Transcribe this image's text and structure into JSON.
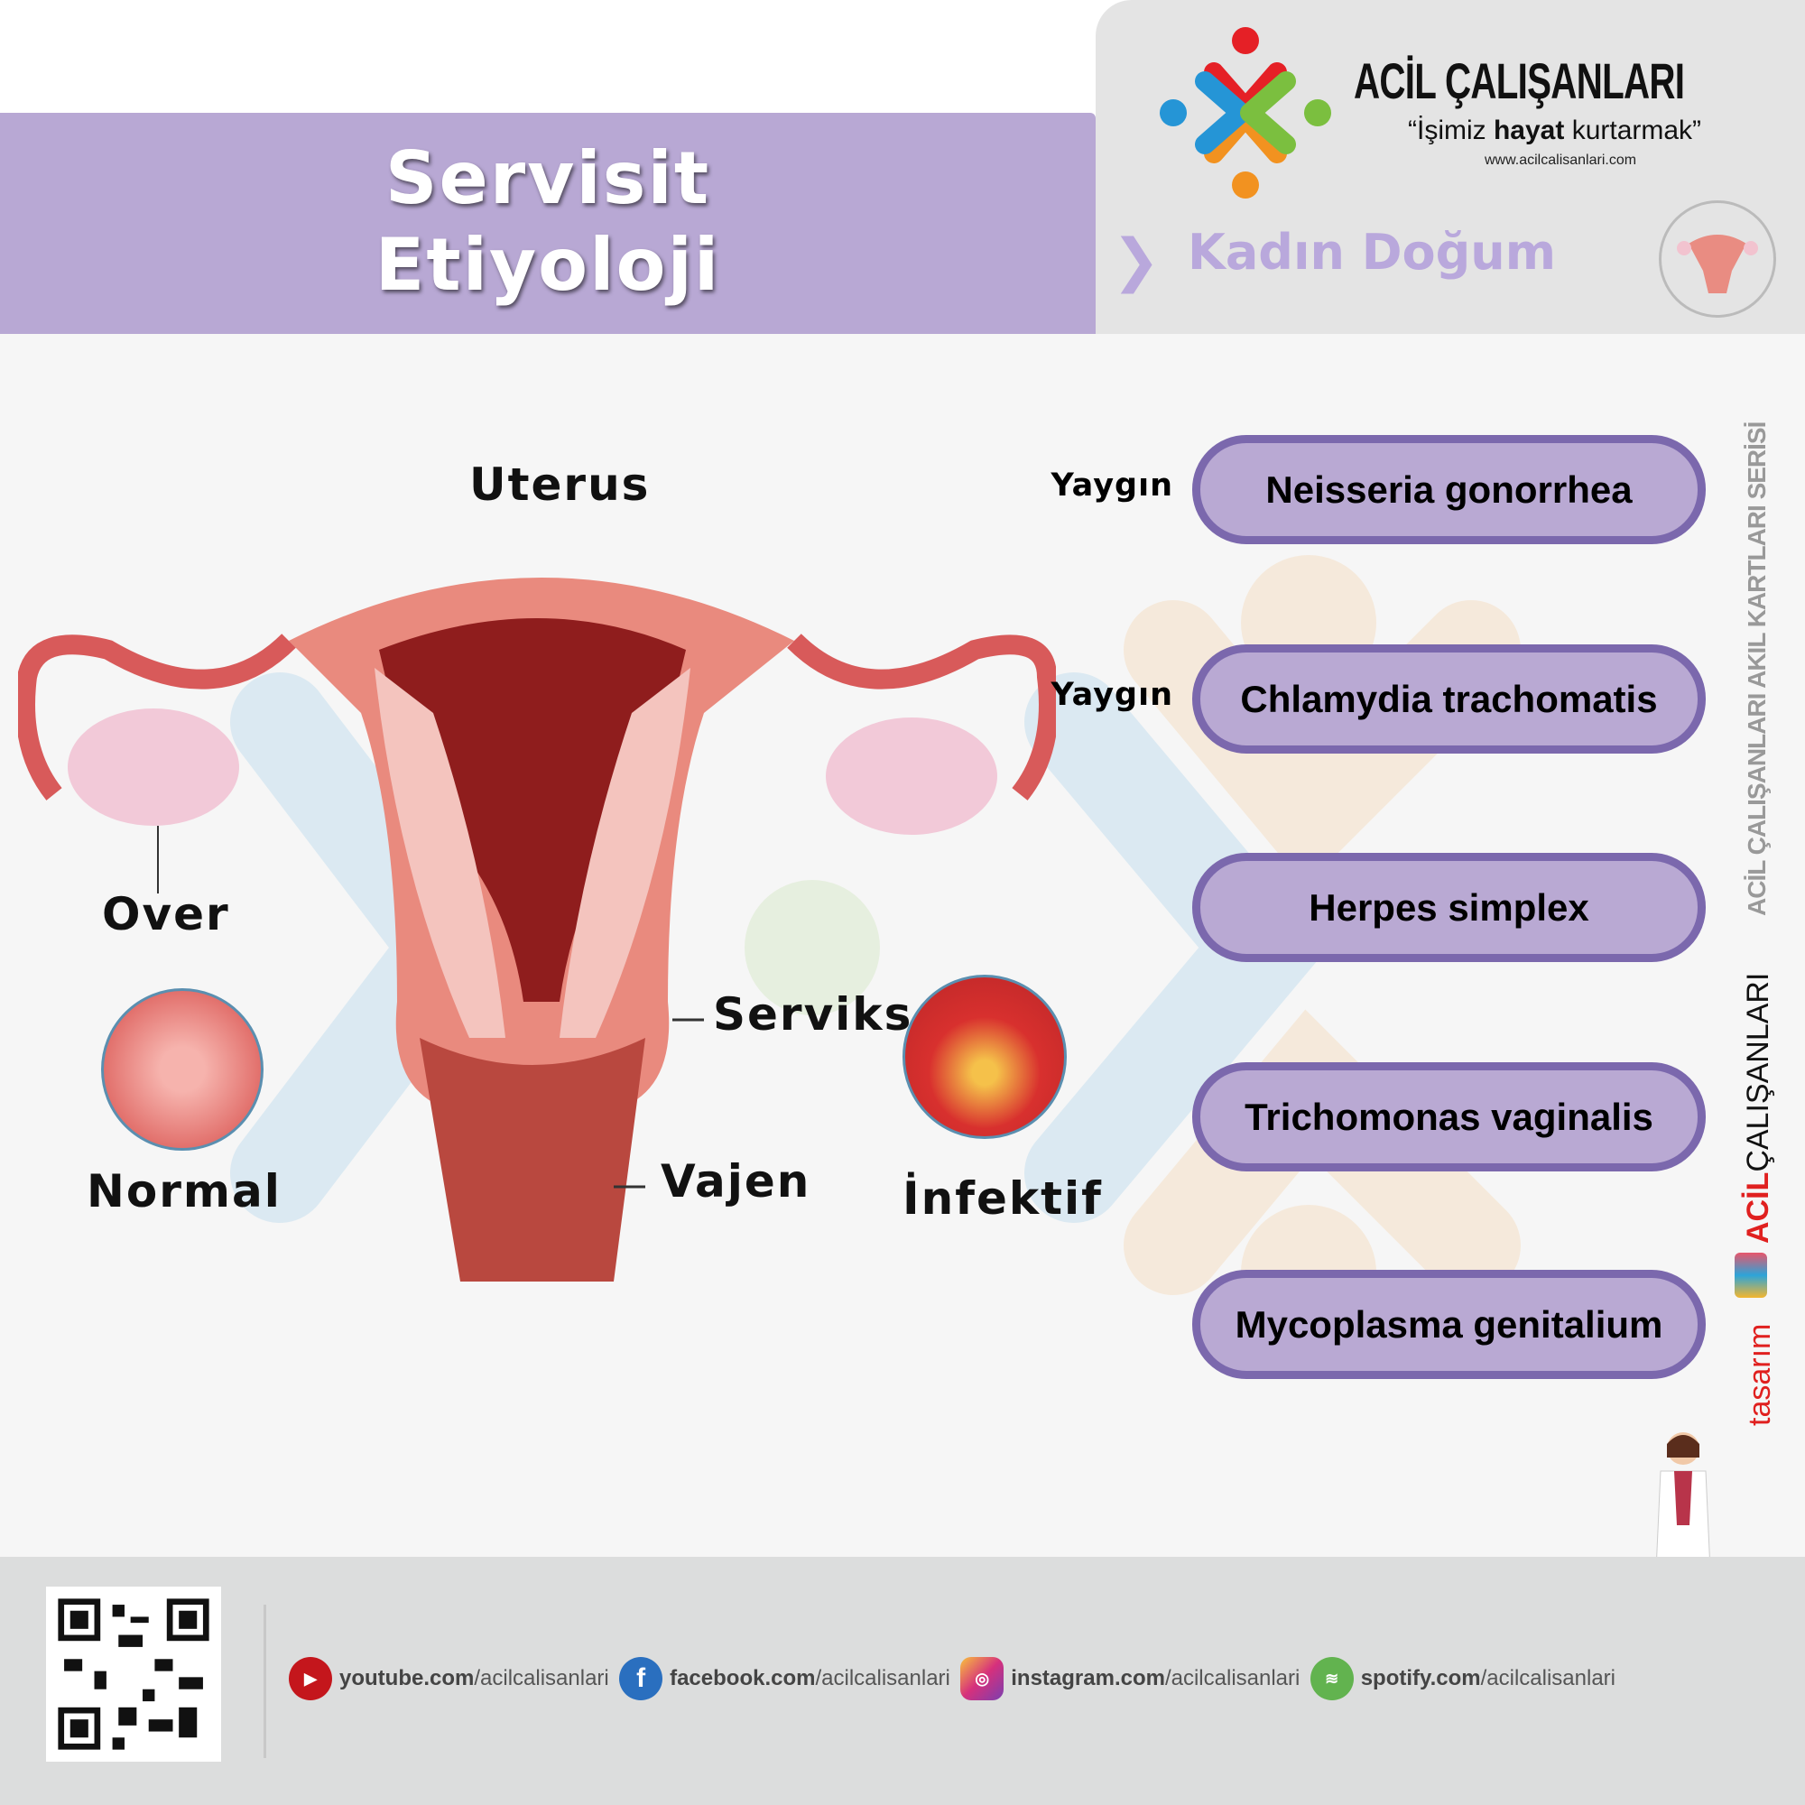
{
  "header": {
    "title_line1": "Servisit",
    "title_line2": "Etiyoloji"
  },
  "brand": {
    "name": "ACİL ÇALIŞANLARI",
    "slogan_pre": "“İşimiz ",
    "slogan_bold": "hayat",
    "slogan_post": " kurtarmak”",
    "url": "www.acilcalisanlari.com"
  },
  "category": {
    "label": "Kadın Doğum"
  },
  "diagram": {
    "uterus": "Uterus",
    "over": "Over",
    "serviks": "Serviks",
    "vajen": "Vajen",
    "normal": "Normal",
    "infektif": "İnfektif"
  },
  "causes": [
    {
      "name": "Neisseria gonorrhea",
      "tag": "Yaygın"
    },
    {
      "name": "Chlamydia trachomatis",
      "tag": "Yaygın"
    },
    {
      "name": "Herpes simplex",
      "tag": ""
    },
    {
      "name": "Trichomonas vaginalis",
      "tag": ""
    },
    {
      "name": "Mycoplasma genitalium",
      "tag": ""
    }
  ],
  "side": {
    "series": "ACİL ÇALIŞANLARI AKIL KARTLARI SERİSİ",
    "acil": "ACİL",
    "calisanlari": "ÇALIŞANLARI",
    "tasarim": "tasarım"
  },
  "social": [
    {
      "site": "youtube.com",
      "handle": "/acilcalisanlari",
      "color": "#c4161c"
    },
    {
      "site": "facebook.com",
      "handle": "/acilcalisanlari",
      "color": "#2a6fbf"
    },
    {
      "site": "instagram.com",
      "handle": "/acilcalisanlari",
      "color": "#d6307c"
    },
    {
      "site": "spotify.com",
      "handle": "/acilcalisanlari",
      "color": "#62b34f"
    }
  ],
  "colors": {
    "purple": "#b9a9d3",
    "purple_border": "#7b68ad",
    "accent_red": "#e0201f"
  }
}
